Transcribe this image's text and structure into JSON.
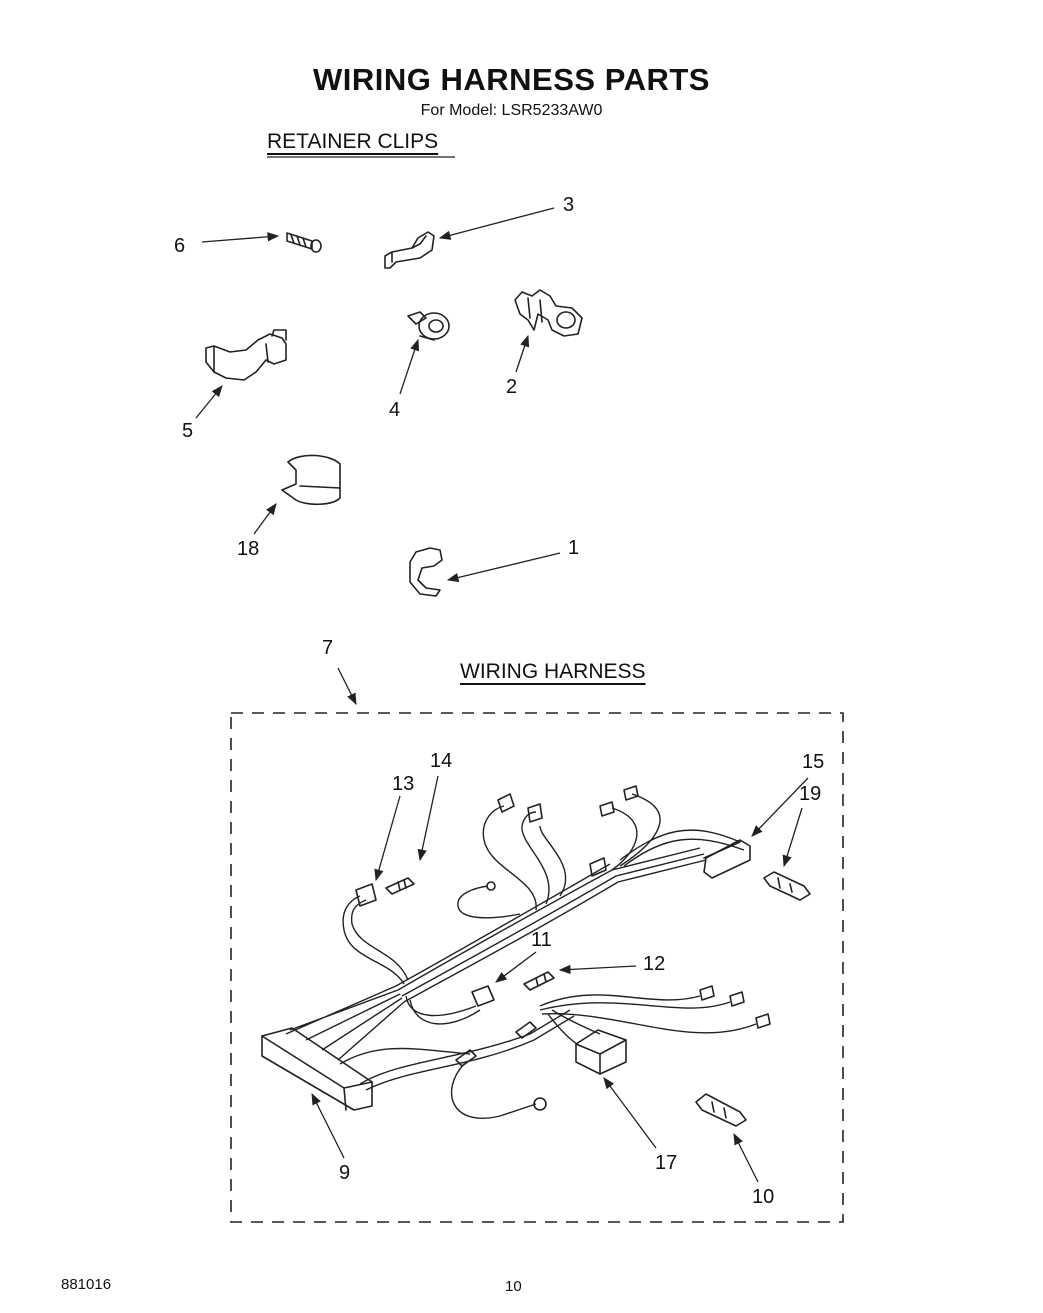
{
  "header": {
    "title": "WIRING HARNESS PARTS",
    "model_line": "For Model: LSR5233AW0"
  },
  "sections": {
    "retainer_clips": "RETAINER CLIPS",
    "wiring_harness": "WIRING HARNESS"
  },
  "callouts": {
    "c1": "1",
    "c2": "2",
    "c3": "3",
    "c4": "4",
    "c5": "5",
    "c6": "6",
    "c7": "7",
    "c9": "9",
    "c10": "10",
    "c11": "11",
    "c12": "12",
    "c13": "13",
    "c14": "14",
    "c15": "15",
    "c17": "17",
    "c18": "18",
    "c19": "19"
  },
  "footer": {
    "doc_number": "881016",
    "page_number": "10"
  }
}
